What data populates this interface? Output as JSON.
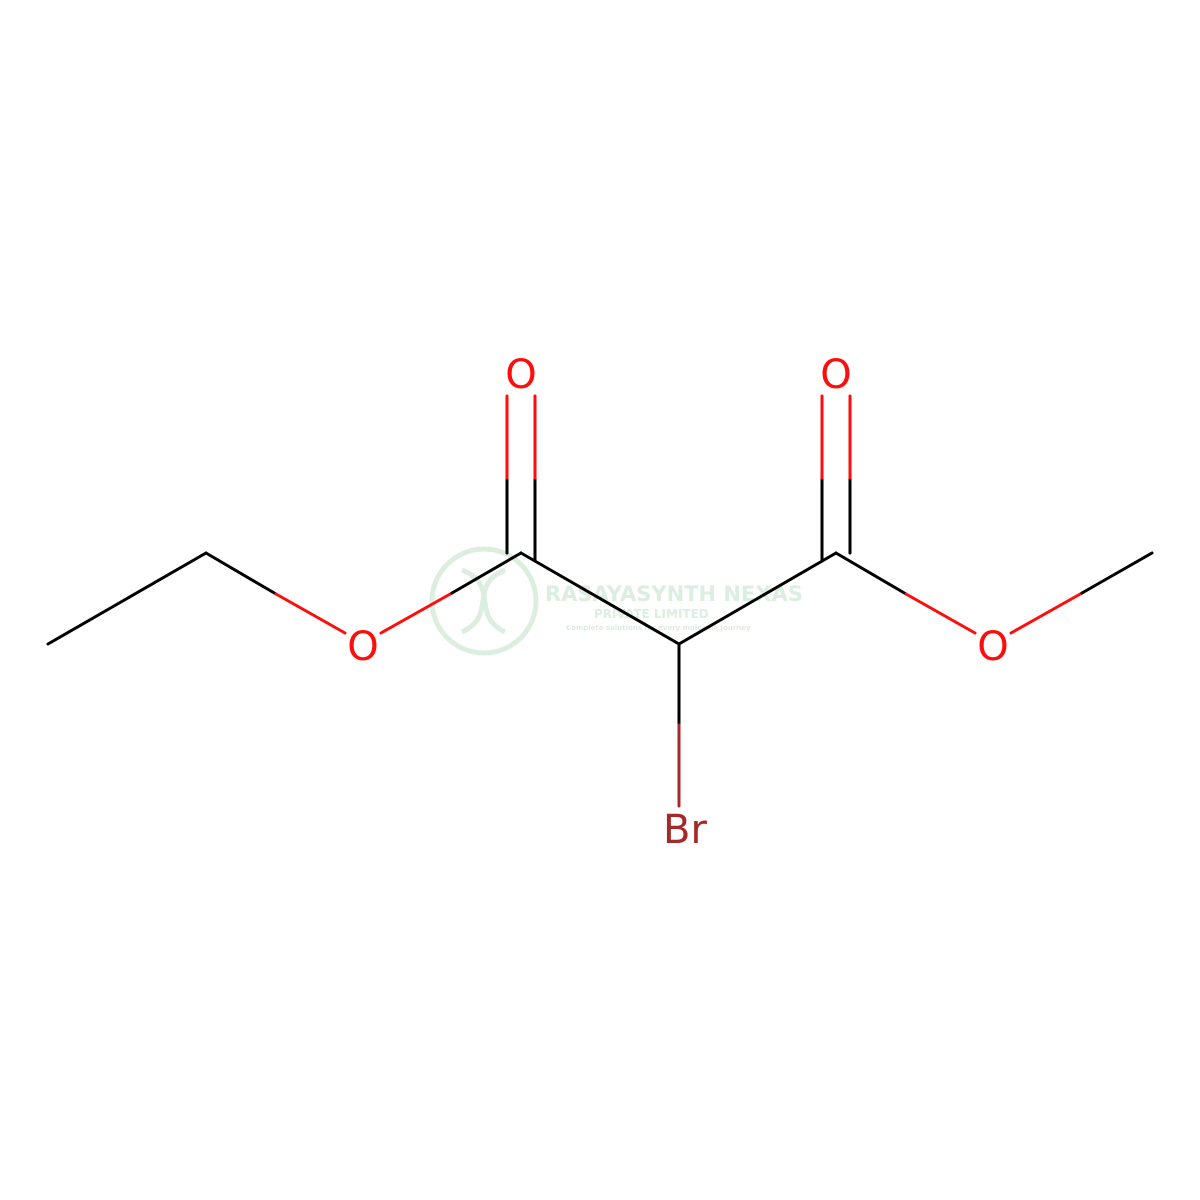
{
  "molecule": {
    "atoms": {
      "o_carbonyl_left": "O",
      "o_carbonyl_right": "O",
      "o_ester_left": "O",
      "o_ester_right": "O",
      "bromine": "Br"
    },
    "colors": {
      "bond": "#000000",
      "oxygen": "#ff0d0d",
      "bromine": "#a62929"
    }
  },
  "watermark": {
    "company": "RASAYASYNTH NEXAS",
    "subtitle": "PRIVATE LIMITED",
    "tagline": "Complete solutions for every molecule journey",
    "color": "#9acfa6"
  }
}
